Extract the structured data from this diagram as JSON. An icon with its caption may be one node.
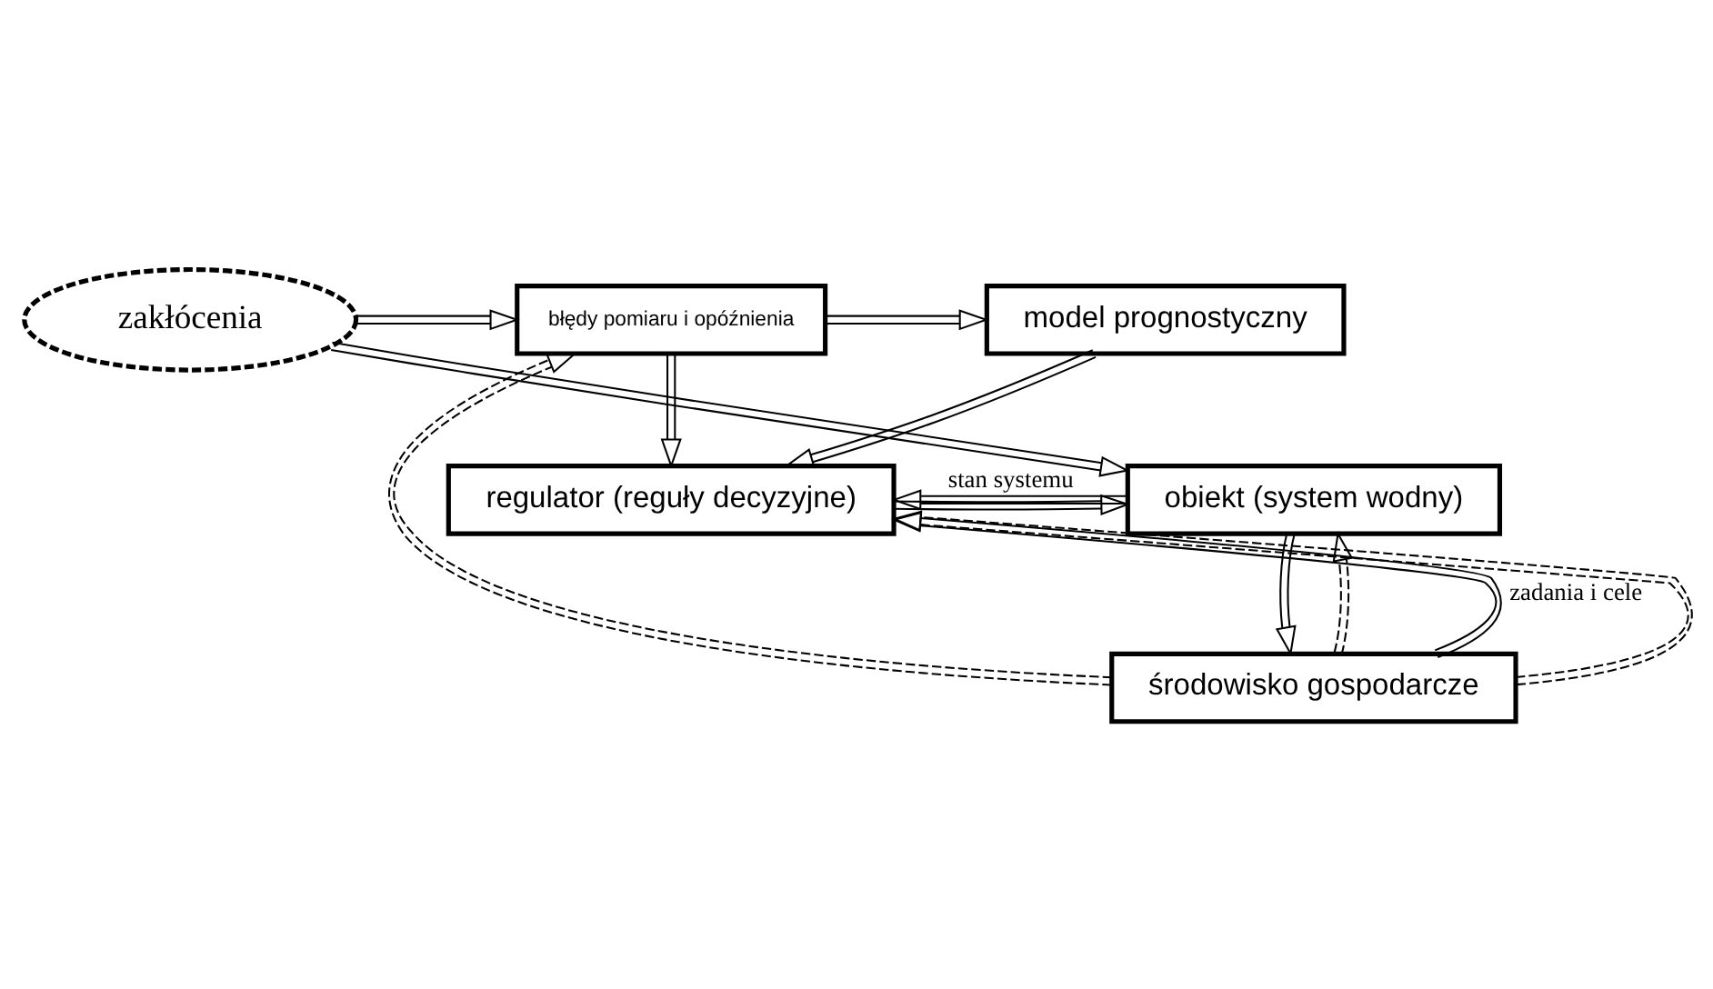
{
  "diagram": {
    "nodes": [
      {
        "text": [
          "model prognostyczny"
        ]
      },
      {
        "text": [
          "błędy pomiaru i opóźnienia"
        ]
      },
      {
        "text": [
          "zakłócenia"
        ]
      },
      {
        "text": [
          "regulator (reguły decyzyjne)"
        ]
      },
      {
        "text": [
          "obiekt (system wodny)"
        ]
      },
      {
        "text": [
          "środowisko gospodarcze"
        ]
      }
    ],
    "edges": [
      {
        "from": 2,
        "to": 1,
        "arrow": "to"
      },
      {
        "from": 2,
        "to": 4,
        "arrow": "to"
      },
      {
        "from": 1,
        "to": 0,
        "arrow": "to"
      },
      {
        "from": 1,
        "to": 3,
        "arrow": "to"
      },
      {
        "from": 0,
        "to": 3,
        "arrow": "to"
      },
      {
        "from": 3,
        "to": 4,
        "arrow": "to"
      },
      {
        "from": 4,
        "to": 3,
        "arrow": "to",
        "label": "stan systemu"
      },
      {
        "from": 4,
        "to": 5,
        "arrow": "to"
      },
      {
        "from": 5,
        "to": 3,
        "arrow": "to",
        "label": "zadania i cele"
      },
      {
        "from": 5,
        "to": 1,
        "arrow": "to",
        "style": "dashed"
      },
      {
        "from": 5,
        "to": 3,
        "arrow": "to",
        "style": "dashed"
      },
      {
        "from": 5,
        "to": 4,
        "arrow": "to",
        "style": "dashed"
      }
    ]
  }
}
